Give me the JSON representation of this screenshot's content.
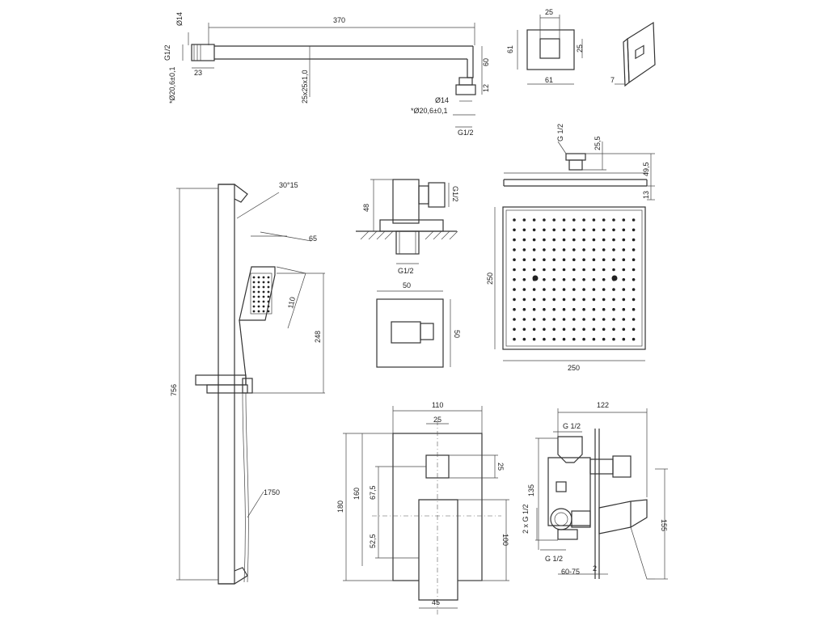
{
  "arm": {
    "length": "370",
    "dia_top": "Ø14",
    "thread_left": "G1/2",
    "len_23": "23",
    "flange_left": "*Ø20,6±0,1",
    "section": "25x25x1,0",
    "drop": "60",
    "end_12": "12",
    "dia_end": "Ø14",
    "flange_right": "*Ø20,6±0,1",
    "thread_right": "G1/2"
  },
  "flange": {
    "width": "61",
    "height": "61",
    "inner_w": "25",
    "inner_h": "25",
    "depth": "7"
  },
  "overhead": {
    "thread": "G 1/2",
    "neck": "25,5",
    "total": "49,5",
    "plate": "13",
    "side": "250",
    "width": "250"
  },
  "rail": {
    "height": "756",
    "angle": "30°15",
    "head_w": "65",
    "head_len": "110",
    "mount": "248",
    "hose": "1750"
  },
  "elbow": {
    "height": "48",
    "thread_side": "G1/2",
    "thread_bottom": "G1/2",
    "plate_w": "50",
    "plate_h": "50"
  },
  "valve_front": {
    "width": "110",
    "handle_w": "25",
    "square": "25",
    "h180": "180",
    "h160": "160",
    "h67": "67,5",
    "h52": "52,5",
    "h100": "100",
    "lever_w": "45"
  },
  "valve_side": {
    "width": "122",
    "thread_top": "G 1/2",
    "h135": "135",
    "thread_mid": "2 x G 1/2",
    "thread_bottom": "G 1/2",
    "depth": "60-75",
    "gap": "2",
    "h155": "155"
  },
  "chart_data": {
    "type": "table",
    "dimensions": [
      "370",
      "Ø14",
      "G1/2",
      "23",
      "*Ø20,6±0,1",
      "25x25x1,0",
      "60",
      "12",
      "61",
      "25",
      "7",
      "G 1/2",
      "25,5",
      "49,5",
      "13",
      "250",
      "756",
      "30°15",
      "65",
      "110",
      "248",
      "1750",
      "48",
      "50",
      "180",
      "160",
      "67,5",
      "52,5",
      "100",
      "45",
      "122",
      "135",
      "2 x G 1/2",
      "60-75",
      "2",
      "155"
    ]
  }
}
